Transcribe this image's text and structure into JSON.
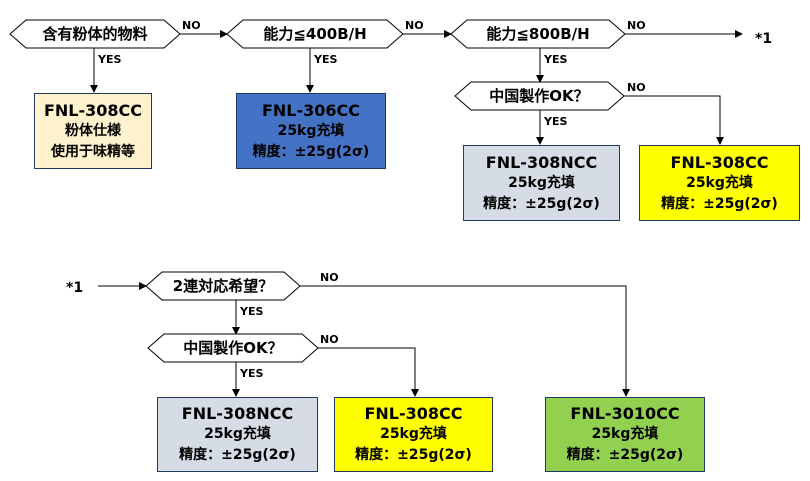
{
  "decisions": {
    "d1": "含有粉体的物料",
    "d2": "能力≦400B/H",
    "d3": "能力≦800B/H",
    "d4": "中国製作OK？",
    "d5": "2連対応希望？",
    "d6": "中国製作OK？"
  },
  "labels": {
    "no": "NO",
    "yes": "YES"
  },
  "connector_ref": "*1",
  "results": {
    "r1": {
      "line1": "FNL-308CC",
      "line2": "粉体仕様",
      "line3": "使用于味精等",
      "fill": "#fff2cc"
    },
    "r2": {
      "line1": "FNL-306CC",
      "line2": "25kg充填",
      "line3": "精度：±25g(2σ)",
      "fill": "#4472c4"
    },
    "r3": {
      "line1": "FNL-308NCC",
      "line2": "25kg充填",
      "line3": "精度：±25g(2σ)",
      "fill": "#d6dce5"
    },
    "r4": {
      "line1": "FNL-308CC",
      "line2": "25kg充填",
      "line3": "精度：±25g(2σ)",
      "fill": "#ffff00"
    },
    "r5": {
      "line1": "FNL-308NCC",
      "line2": "25kg充填",
      "line3": "精度：±25g(2σ)",
      "fill": "#d6dce5"
    },
    "r6": {
      "line1": "FNL-308CC",
      "line2": "25kg充填",
      "line3": "精度：±25g(2σ)",
      "fill": "#ffff00"
    },
    "r7": {
      "line1": "FNL-3010CC",
      "line2": "25kg充填",
      "line3": "精度：±25g(2σ)",
      "fill": "#92d050"
    }
  }
}
